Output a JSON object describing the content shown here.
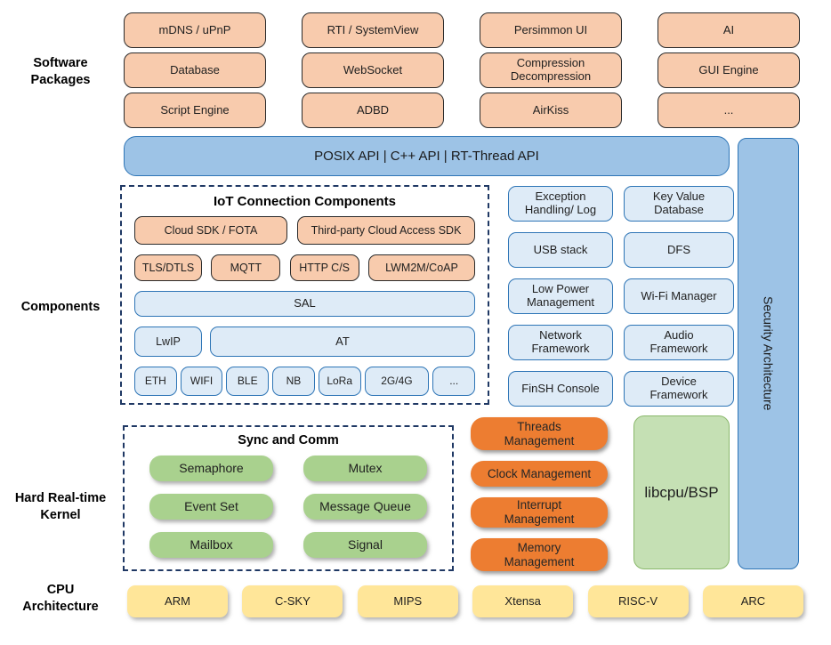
{
  "labels": {
    "software_packages": "Software\nPackages",
    "components": "Components",
    "kernel": "Hard Real-time\nKernel",
    "cpu": "CPU\nArchitecture"
  },
  "software_packages": {
    "items": [
      "mDNS / uPnP",
      "RTI / SystemView",
      "Persimmon UI",
      "AI",
      "Database",
      "WebSocket",
      "Compression\nDecompression",
      "GUI Engine",
      "Script Engine",
      "ADBD",
      "AirKiss",
      "..."
    ]
  },
  "api_bar": {
    "label": "POSIX API | C++ API | RT-Thread API"
  },
  "security": {
    "label": "Security Architecture"
  },
  "iot": {
    "title": "IoT Connection Components",
    "row1": [
      "Cloud SDK / FOTA",
      "Third-party Cloud Access SDK"
    ],
    "row2": [
      "TLS/DTLS",
      "MQTT",
      "HTTP C/S",
      "LWM2M/CoAP"
    ],
    "sal": "SAL",
    "lwip": "LwIP",
    "at": "AT",
    "links": [
      "ETH",
      "WIFI",
      "BLE",
      "NB",
      "LoRa",
      "2G/4G",
      "..."
    ]
  },
  "component_boxes": {
    "items": [
      "Exception\nHandling/ Log",
      "Key Value\nDatabase",
      "USB stack",
      "DFS",
      "Low Power\nManagement",
      "Wi-Fi Manager",
      "Network\nFramework",
      "Audio\nFramework",
      "FinSH Console",
      "Device\nFramework"
    ]
  },
  "kernel": {
    "sync_title": "Sync and Comm",
    "sync_items": [
      "Semaphore",
      "Mutex",
      "Event Set",
      "Message Queue",
      "Mailbox",
      "Signal"
    ],
    "mgmt_items": [
      "Threads\nManagement",
      "Clock Management",
      "Interrupt\nManagement",
      "Memory\nManagement"
    ],
    "libcpu": "libcpu/BSP"
  },
  "cpu": {
    "items": [
      "ARM",
      "C-SKY",
      "MIPS",
      "Xtensa",
      "RISC-V",
      "ARC"
    ]
  },
  "colors": {
    "package_fill": "#F8CBAD",
    "api_fill": "#9DC3E6",
    "blue_border": "#2E75B6",
    "component_fill": "#DEEBF7",
    "green_fill": "#A9D18E",
    "libcpu_fill": "#C5E0B4",
    "management_fill": "#ED7D31",
    "cpu_fill": "#FFE699",
    "dashed_border": "#1F3864"
  }
}
